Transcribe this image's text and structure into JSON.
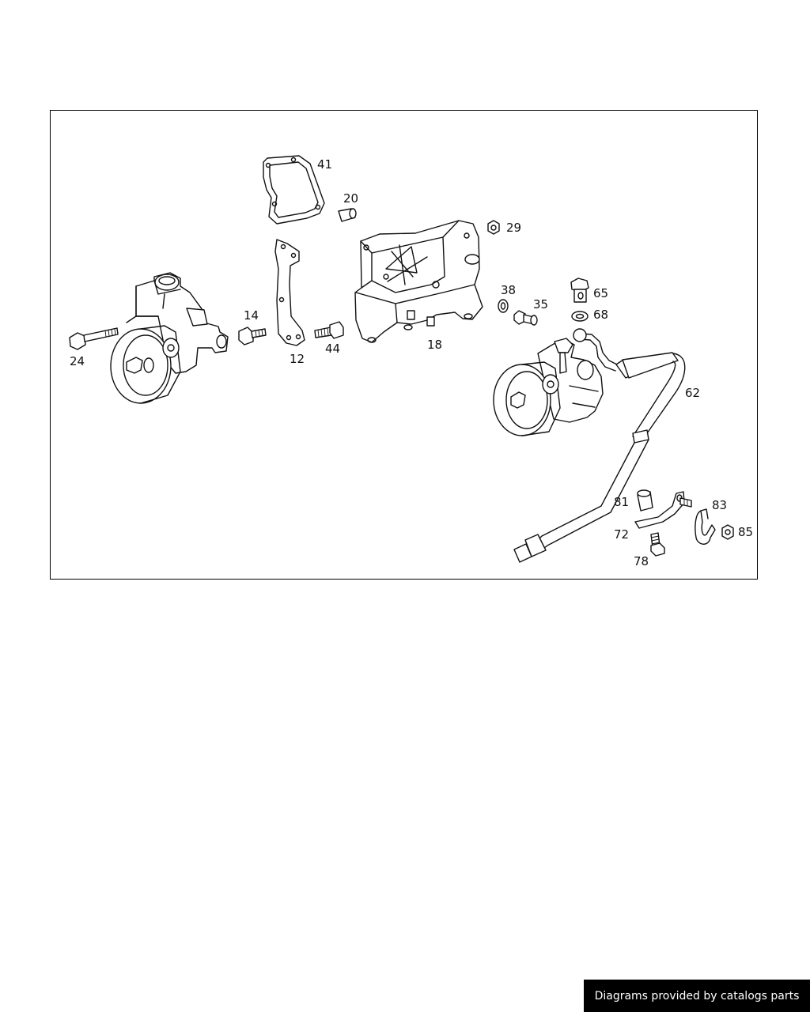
{
  "credit": {
    "text": "Diagrams provided by catalogs parts"
  },
  "callouts": {
    "p41": "41",
    "p20": "20",
    "p29": "29",
    "p38": "38",
    "p35": "35",
    "p65": "65",
    "p68": "68",
    "p14": "14",
    "p24": "24",
    "p12": "12",
    "p44": "44",
    "p18": "18",
    "p62": "62",
    "p81": "81",
    "p83": "83",
    "p72": "72",
    "p85": "85",
    "p78": "78"
  }
}
